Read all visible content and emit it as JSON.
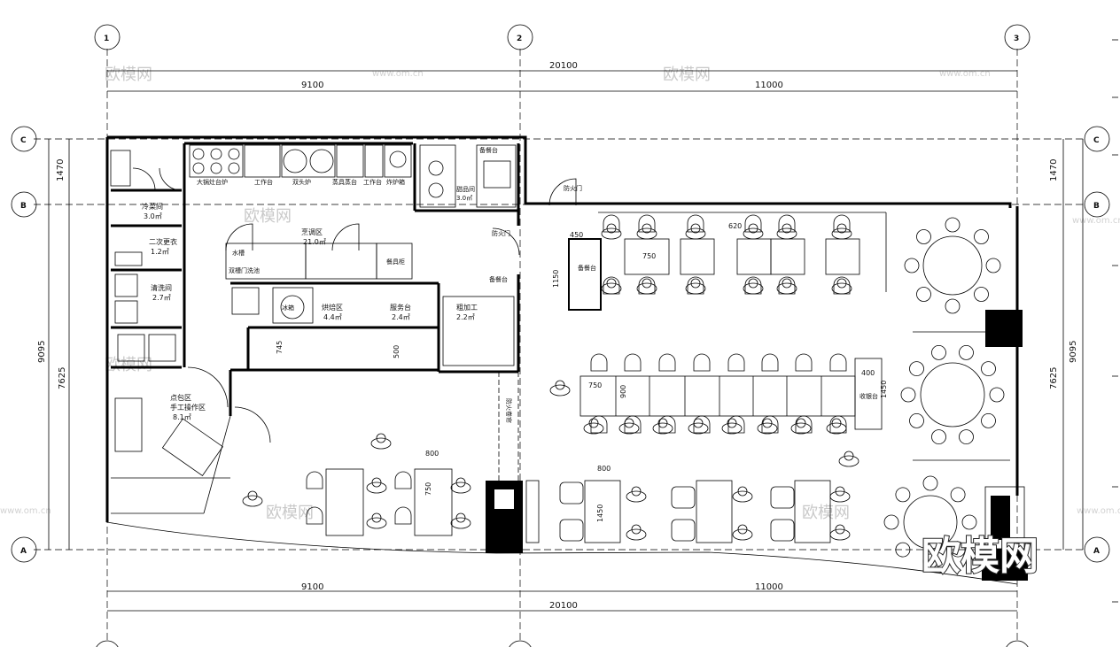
{
  "grid": {
    "columns": [
      "1",
      "2",
      "3"
    ],
    "rows": [
      "C",
      "B",
      "A"
    ]
  },
  "dimensions": {
    "top_total": "20100",
    "top_left": "9100",
    "top_right": "11000",
    "bottom_left": "9100",
    "bottom_right": "11000",
    "bottom_total": "20100",
    "left_top": "1470",
    "left_total": "9095",
    "left_lower": "7625",
    "right_top": "1470",
    "right_total": "9095",
    "right_lower": "7625"
  },
  "interior_dims": {
    "d450": "450",
    "d1150": "1150",
    "d620": "620",
    "d750_top": "750",
    "d745": "745",
    "d500": "500",
    "d400": "400",
    "d1450_right": "1450",
    "d750_mid": "750",
    "d900": "900",
    "d800_left": "800",
    "d750_left": "750",
    "d800_bottom": "800",
    "d1450_bottom": "1450"
  },
  "rooms": {
    "cold_room": "冷菜间",
    "cold_room_area": "3.0㎡",
    "second_change": "二次更衣",
    "second_change_area": "1.2㎡",
    "cleaning": "清洗间",
    "cleaning_area": "2.7㎡",
    "cooking_area": "烹调区",
    "cooking_area_area": "21.0㎡",
    "bake_room": "烘焙区",
    "bake_room_area": "4.4㎡",
    "service_counter": "服务台",
    "service_counter_area": "2.4㎡",
    "rough_process": "粗加工",
    "rough_process_area": "2.2㎡",
    "dessert_room": "甜品间",
    "dessert_room_area": "3.0㎡",
    "bun_area": "点包区",
    "handwork_area": "手工操作区",
    "handwork_area_area": "8.1㎡",
    "escape_passage": "防火卷帘"
  },
  "equipment": {
    "big_stove": "大锅灶台炉",
    "work_table_1": "工作台",
    "double_stove": "双头炉",
    "steam_table": "蒸具蒸台",
    "work_table_2": "工作台",
    "fryer": "炸炉箱",
    "sink": "水槽",
    "double_sink": "双槽门洗池",
    "dish_rack": "餐具柜",
    "refrigerator": "冰箱",
    "counter_top": "备餐台",
    "receiving": "收银台",
    "side_counter_1": "备餐台",
    "side_counter_2": "备餐台"
  },
  "doors": {
    "fire_door_1": "防火门",
    "fire_door_2": "防火门"
  },
  "watermarks": {
    "brand": "欧模网",
    "url": "www.om.cn"
  }
}
